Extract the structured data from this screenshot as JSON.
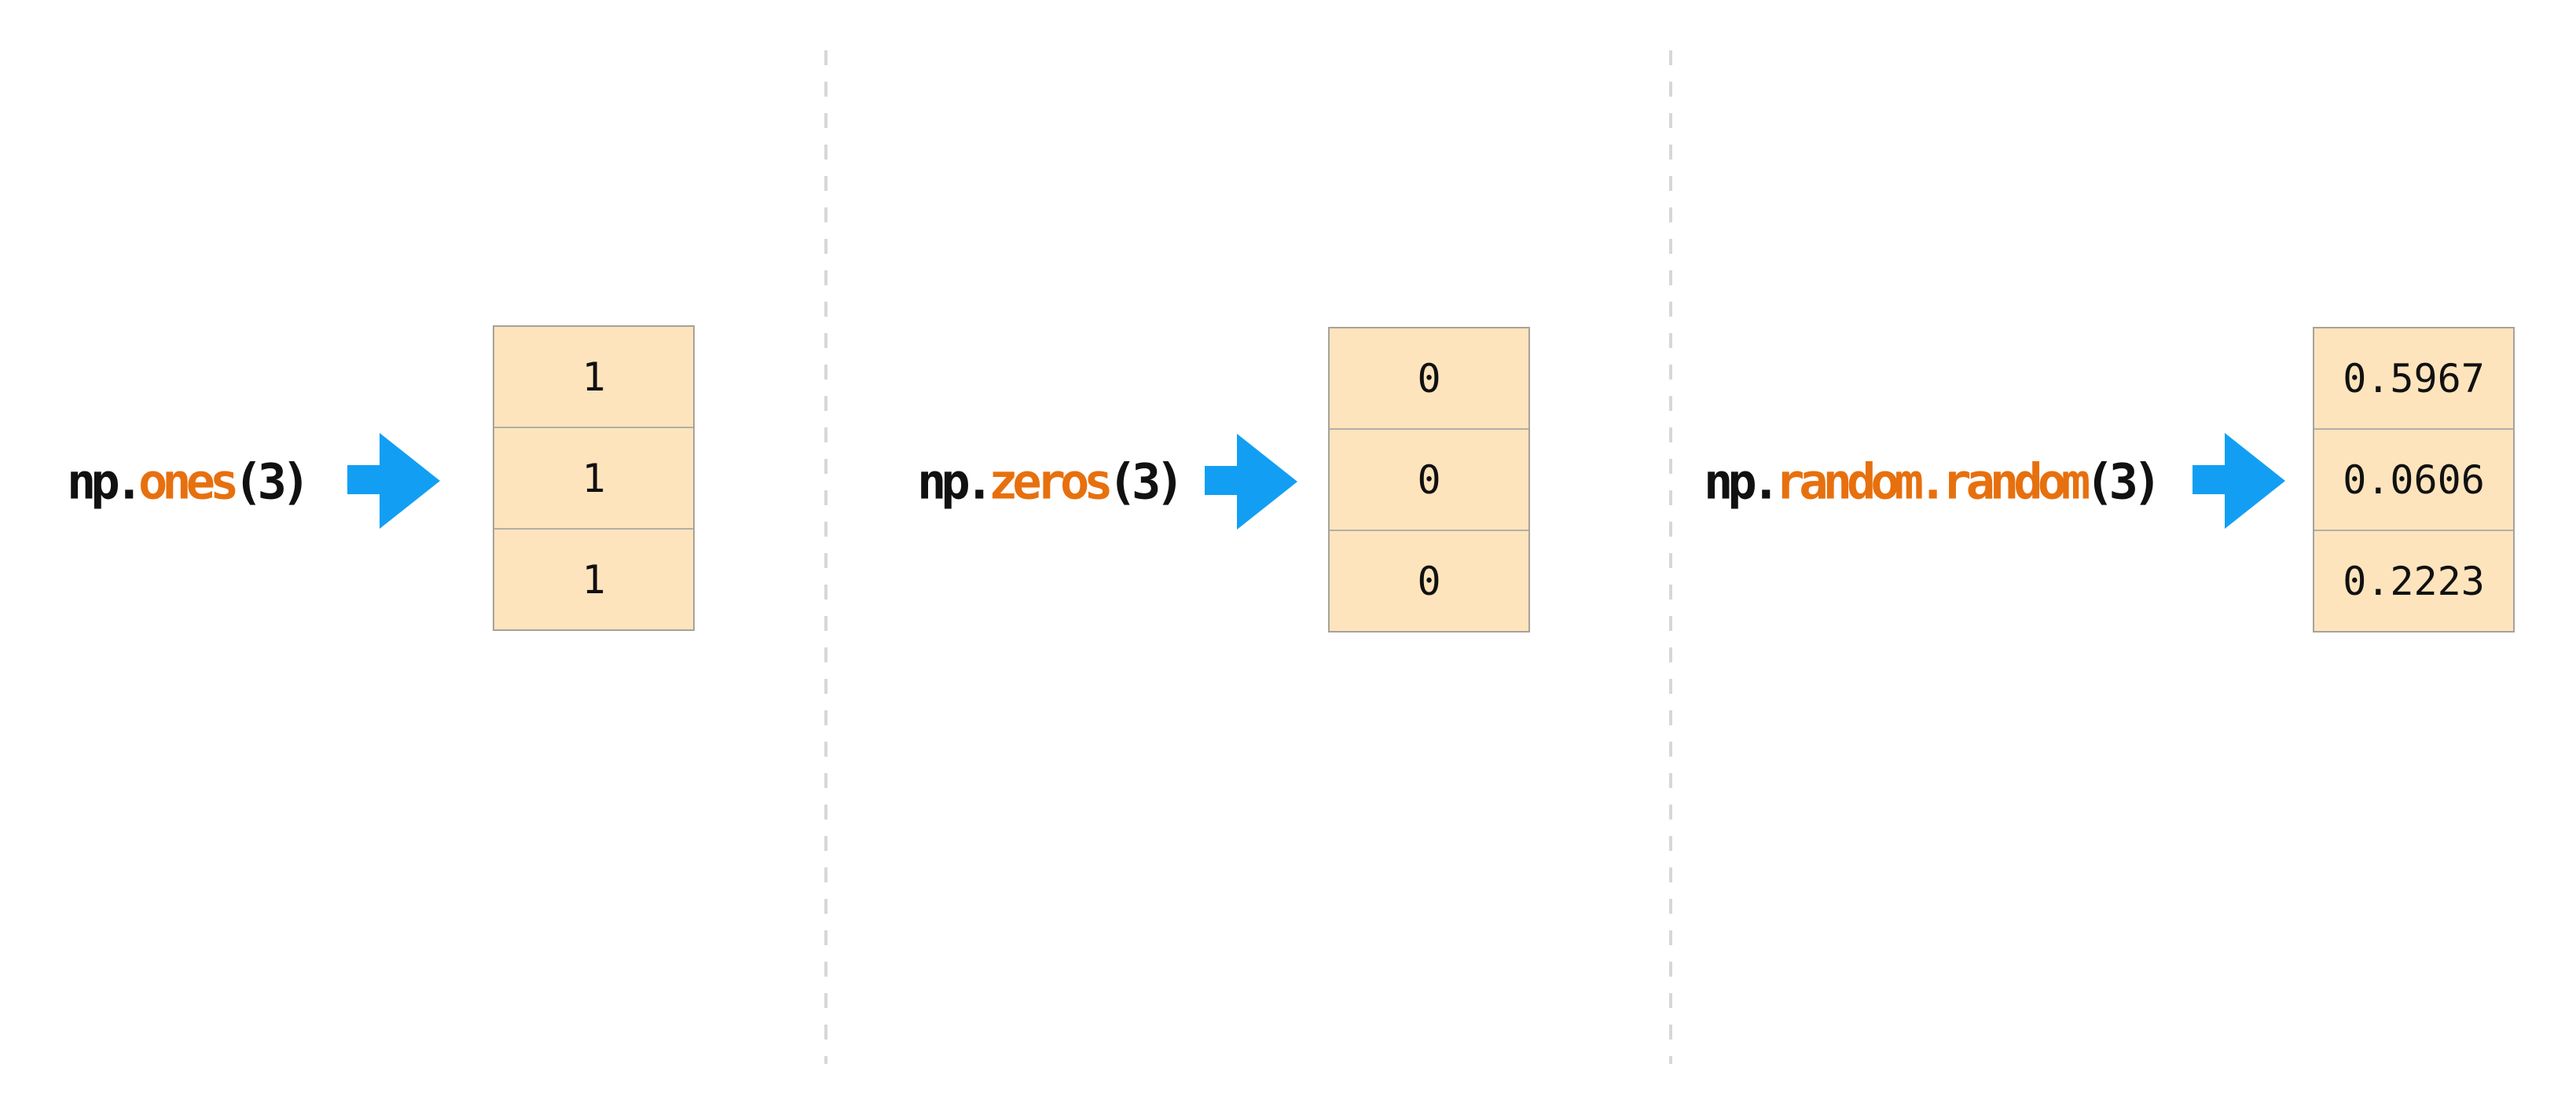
{
  "colors": {
    "bg": "#ffffff",
    "code": "#111111",
    "accent": "#e7700e",
    "arrow": "#129ff3",
    "cell-bg": "#fde4bc",
    "cell-border": "#a7a29b",
    "cell-sep": "#b3afa8",
    "divider": "#d7d7d7"
  },
  "icons": {
    "arrow_right": "solid-block-right-arrow"
  },
  "panels": [
    {
      "id": "ones",
      "code": {
        "module": "np.",
        "function": "ones",
        "call": "(3)"
      },
      "cells": [
        "1",
        "1",
        "1"
      ]
    },
    {
      "id": "zeros",
      "code": {
        "module": "np.",
        "function": "zeros",
        "call": "(3)"
      },
      "cells": [
        "0",
        "0",
        "0"
      ]
    },
    {
      "id": "random",
      "code": {
        "module": "np.",
        "function": "random.random",
        "call": "(3)"
      },
      "cells": [
        "0.5967",
        "0.0606",
        "0.2223"
      ]
    }
  ]
}
